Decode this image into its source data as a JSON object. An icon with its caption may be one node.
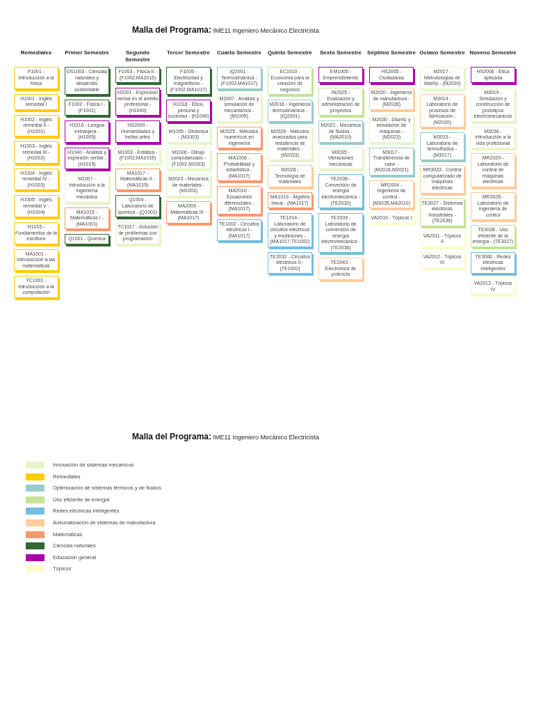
{
  "diagram": {
    "title": "**Malla del Programa:** IME11 Ingeniero Mecánico Electricista",
    "nodes": [
      {
        "text": [
          "F1001 - Introducción a la física"
        ]
      },
      {
        "text": [
          "H1001 - Inglés remedial I"
        ]
      },
      {
        "text": [
          "H1002 - Inglés remedial II - (H1001)"
        ]
      },
      {
        "text": [
          "H1003 - Inglés remedial III - (H1002)"
        ]
      },
      {
        "text": [
          "H1004 - Inglés remedial IV - (H1003)"
        ]
      },
      {
        "text": [
          "H1005 - Inglés remedial V - (H1004)"
        ]
      },
      {
        "text": [
          "H1015 - Fundamentos de la escritura"
        ]
      },
      {
        "text": [
          "MA1001 - Introducción a las matemáticas"
        ]
      },
      {
        "text": [
          "TC1001 - Introducción a la computación"
        ]
      },
      {
        "text": [
          "DS1003 - Ciencias naturales y desarrollo sustentable"
        ]
      },
      {
        "text": [
          "F1002 - Física I - (F1001)"
        ]
      },
      {
        "text": [
          "H1016 - Lengua extranjera - (H1005)"
        ]
      },
      {
        "text": [
          "H1040 - Análisis y expresión verbal - (H1015)"
        ]
      },
      {
        "text": [
          "M1007 - Introducción a la ingeniería mecánica"
        ]
      },
      {
        "text": [
          "MA1015 - Matemáticas I - (MA1001)"
        ]
      },
      {
        "text": [
          "Q1001 - Química"
        ]
      },
      {
        "text": [
          "F1003 - Física II - (F1002,MA1015)"
        ]
      },
      {
        "text": [
          "H2001 - Expresión verbal en el ámbito profesional - (H1040)"
        ]
      },
      {
        "text": [
          "HS2000 - Humanidades y bellas artes"
        ]
      },
      {
        "text": [
          "M1003 - Estática - (F1002,MA1015)"
        ]
      },
      {
        "text": [
          "MA1017 - Matemáticas II - (MA1015)"
        ]
      },
      {
        "text": [
          "Q1004 - Laboratorio de química - (Q1001)"
        ]
      },
      {
        "text": [
          "TC1017 - Solución de problemas con programación"
        ]
      },
      {
        "text": [
          "F1005 - Electricidad y magnetismo - (F1002,MA1017)"
        ]
      },
      {
        "text": [
          "H1018 - Ética, persona y sociedad - (H1040)"
        ]
      },
      {
        "text": [
          "M1005 - Dinámica - (M1003)"
        ]
      },
      {
        "text": [
          "M1006 - Dibujo computarizado - (F1002,M1003)"
        ]
      },
      {
        "text": [
          "M2023 - Mecánica de materiales - (M1003)"
        ]
      },
      {
        "text": [
          "MA2009 - Matemáticas III - (MA1017)"
        ]
      },
      {
        "text": [
          "IQ2001 - Termodinámica - (F1003,MA1017)"
        ]
      },
      {
        "text": [
          "M2007 - Análisis y simulación de mecanismos - (M1005)"
        ]
      },
      {
        "text": [
          "M2025 - Métodos numéricos en ingeniería"
        ]
      },
      {
        "text": [
          "MA1006 - Probabilidad y estadística - (MA1017)"
        ]
      },
      {
        "text": [
          "MA2010 - Ecuaciones diferenciales - (MA1017)"
        ]
      },
      {
        "text": [
          "TE1002 - Circuitos eléctricos I - (MA1017)"
        ]
      },
      {
        "text": [
          "EC1010 - Economía para la creación de negocios"
        ]
      },
      {
        "text": [
          "M2016 - Ingeniería termodinámica - (IQ2001)"
        ]
      },
      {
        "text": [
          "M2026 - Métodos avanzados para resistencia de materiales - (M2023)"
        ]
      },
      {
        "text": [
          "M2028 - Tecnología de materiales"
        ]
      },
      {
        "text": [
          "MA1019 - Álgebra lineal - (MA1017)"
        ]
      },
      {
        "text": [
          "TE1014 - Laboratorio de circuitos eléctricos y mediciones - (MA1017,TE1002)"
        ]
      },
      {
        "text": [
          "TE2032 - Circuitos eléctricos II - (TE1002)"
        ]
      },
      {
        "text": [
          "EM1005 - Emprendimiento"
        ]
      },
      {
        "text": [
          "IN2025 - Evaluación y administración de proyectos"
        ]
      },
      {
        "text": [
          "M2021 - Mecánica de fluidos - (MA2010)"
        ]
      },
      {
        "text": [
          "M3035 - Vibraciones mecánicas"
        ]
      },
      {
        "text": [
          "TE2036 - Conversión de energía electromecánica - (TE2032)"
        ]
      },
      {
        "text": [
          "TE2039 - Laboratorio de conversión de energía electromecánica - (TE2036)"
        ]
      },
      {
        "text": [
          "TE2043 - Electrónica de potencia"
        ]
      },
      {
        "text": [
          "HS2005 - Ciudadanía"
        ]
      },
      {
        "text": [
          "M2020 - Ingeniería de manufactura - (M2028)"
        ]
      },
      {
        "text": [
          "M2030 - Diseño y simulación de máquinas - (M2023)"
        ]
      },
      {
        "text": [
          "M3017 - Transferencia de calor - (M2016,M2021)"
        ]
      },
      {
        "text": [
          "MR2004 - Ingeniería de control - (M3035,MA2010)"
        ]
      },
      {
        "text": [
          "VA2010 - Tópicos I"
        ]
      },
      {
        "text": [
          "M2017 - Metodologías de diseño - (M2030)"
        ]
      },
      {
        "text": [
          "M3014 - Laboratorio de procesos de fabricación - (M2020)"
        ]
      },
      {
        "text": [
          "M3015 - Laboratorio de termofluidos - (M3017)"
        ]
      },
      {
        "text": [
          "MR3033 - Control computarizado de máquinas eléctricas"
        ]
      },
      {
        "text": [
          "TE3027 - Sistemas eléctricos industriales - (TE2036)"
        ]
      },
      {
        "text": [
          "VA2011 - Tópicos II"
        ]
      },
      {
        "text": [
          "VA2012 - Tópicos III"
        ]
      },
      {
        "text": [
          "HS2006 - Ética aplicada"
        ]
      },
      {
        "text": [
          "M3019 - Simulación y construcción de prototipos electromecánicos"
        ]
      },
      {
        "text": [
          "M3036 - Introducción a la vida profesional"
        ]
      },
      {
        "text": [
          "MR2020 - Laboratorio de control de máquinas eléctricas"
        ]
      },
      {
        "text": [
          "MR3028 - Laboratorio de ingeniería de control"
        ]
      },
      {
        "text": [
          "TE3028 - Uso eficiente de la energía - (TE3027)"
        ]
      },
      {
        "text": [
          "TE3066 - Redes eléctricas inteligentes"
        ]
      },
      {
        "text": [
          "VA2013 - Tópicos IV"
        ]
      }
    ],
    "labels": [
      "Remediales",
      "Primer Semestre",
      "Segundo Semestre",
      "Tercer Semestre",
      "Cuarto Semestre",
      "Quinto Semestre",
      "Sexto Semestre",
      "Séptimo Semestre",
      "Octavo Semestre",
      "Noveno Semestre",
      "**Malla del Programa:** IME11 Ingeniero Mecánico Electricista"
    ],
    "legend": [
      {
        "text": "Innovación de sistemas mecánicos",
        "color": "#e6f5c9"
      },
      {
        "text": "Remediales",
        "color": "#ffcc00"
      },
      {
        "text": "Optimización de sistemas térmicos y de fluidos",
        "color": "#99cccc"
      },
      {
        "text": "Uso eficiente de energía",
        "color": "#c6e293"
      },
      {
        "text": "Redes eléctricas inteligentes",
        "color": "#74bde0"
      },
      {
        "text": "Automatización de sistemas de manufactura",
        "color": "#ffcc99"
      },
      {
        "text": "Matemáticas",
        "color": "#f79a6b"
      },
      {
        "text": "Ciencias naturales",
        "color": "#336633"
      },
      {
        "text": "Educación general",
        "color": "#aa00aa"
      },
      {
        "text": "Tópicos",
        "color": "#fffacd"
      }
    ]
  }
}
